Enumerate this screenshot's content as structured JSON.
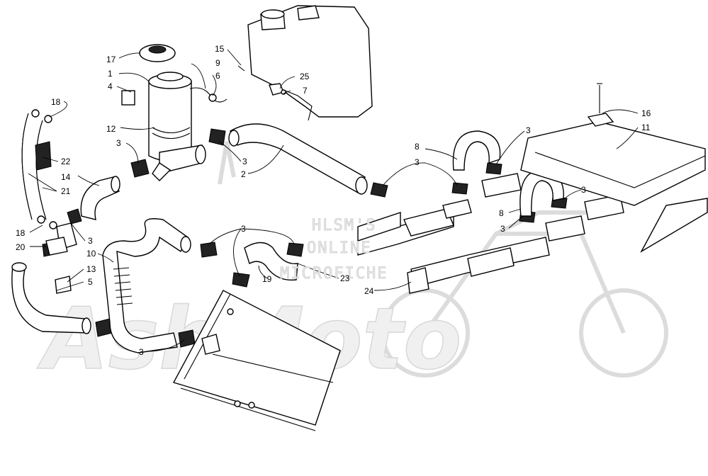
{
  "watermark": {
    "line1": "HLSM'S",
    "line2": "ONLINE",
    "line3": "MICROFICHE",
    "logo": "AshMoto"
  },
  "callouts": [
    {
      "id": "17",
      "label": "17"
    },
    {
      "id": "1",
      "label": "1"
    },
    {
      "id": "4",
      "label": "4"
    },
    {
      "id": "12",
      "label": "12"
    },
    {
      "id": "15",
      "label": "15"
    },
    {
      "id": "9",
      "label": "9"
    },
    {
      "id": "6",
      "label": "6"
    },
    {
      "id": "25",
      "label": "25"
    },
    {
      "id": "7",
      "label": "7"
    },
    {
      "id": "18a",
      "label": "18"
    },
    {
      "id": "22",
      "label": "22"
    },
    {
      "id": "14",
      "label": "14"
    },
    {
      "id": "21",
      "label": "21"
    },
    {
      "id": "3a",
      "label": "3"
    },
    {
      "id": "3b",
      "label": "3"
    },
    {
      "id": "2",
      "label": "2"
    },
    {
      "id": "8a",
      "label": "8"
    },
    {
      "id": "3c",
      "label": "3"
    },
    {
      "id": "3d",
      "label": "3"
    },
    {
      "id": "16",
      "label": "16"
    },
    {
      "id": "11",
      "label": "11"
    },
    {
      "id": "3e",
      "label": "3"
    },
    {
      "id": "8b",
      "label": "8"
    },
    {
      "id": "3f",
      "label": "3"
    },
    {
      "id": "18b",
      "label": "18"
    },
    {
      "id": "20",
      "label": "20"
    },
    {
      "id": "3g",
      "label": "3"
    },
    {
      "id": "10",
      "label": "10"
    },
    {
      "id": "3h",
      "label": "3"
    },
    {
      "id": "13",
      "label": "13"
    },
    {
      "id": "5",
      "label": "5"
    },
    {
      "id": "19",
      "label": "19"
    },
    {
      "id": "23",
      "label": "23"
    },
    {
      "id": "24",
      "label": "24"
    },
    {
      "id": "3i",
      "label": "3"
    }
  ]
}
